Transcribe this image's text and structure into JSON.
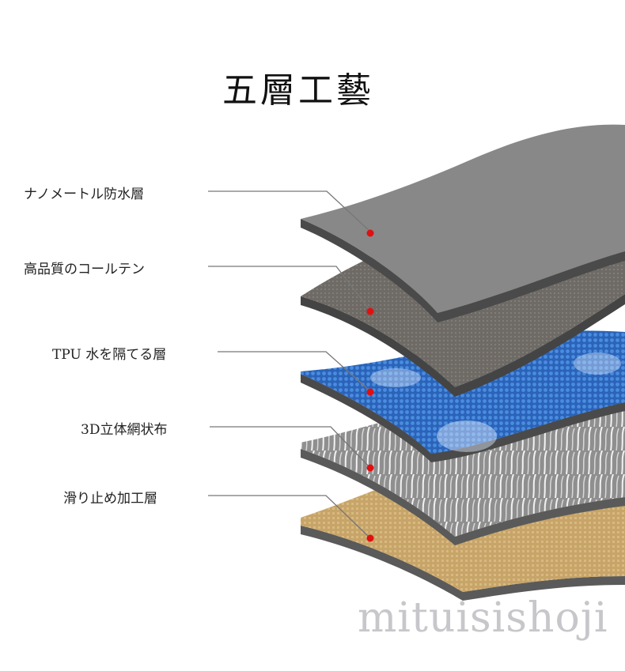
{
  "title": "五層工藝",
  "layers": [
    {
      "label": "ナノメートル防水層",
      "color": "#8a8a8a"
    },
    {
      "label": "高品質のコールテン",
      "color": "#6f6b66"
    },
    {
      "label": "TPU 水を隔てる層",
      "color": "#2f6fc7"
    },
    {
      "label": "3D立体網状布",
      "color": "#9c9c9c"
    },
    {
      "label": "滑り止め加工層",
      "color": "#c9a56b"
    }
  ],
  "watermark": "mituisishoji",
  "marker_color": "#e01010"
}
